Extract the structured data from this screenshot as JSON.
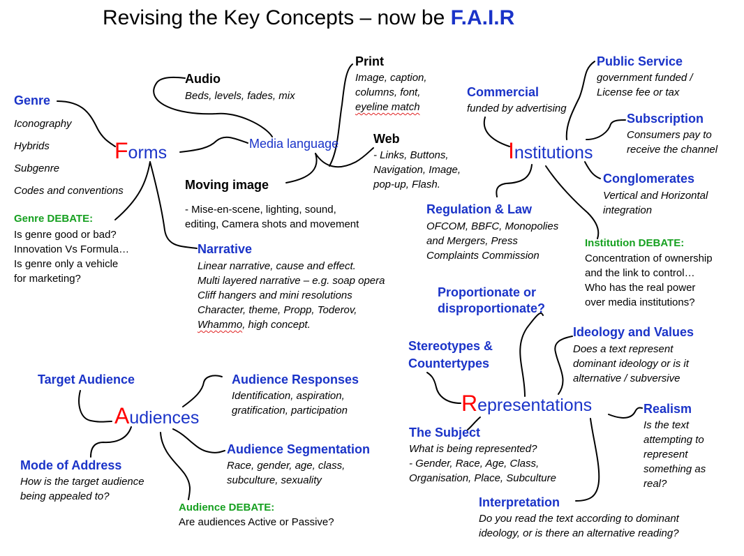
{
  "title": {
    "prefix": "Revising the Key Concepts – now be ",
    "accent": "F.A.I.R"
  },
  "forms": {
    "initial": "F",
    "rest": "orms",
    "genre": {
      "heading": "Genre",
      "items": [
        "Iconography",
        "Hybrids",
        "Subgenre",
        "Codes and conventions"
      ]
    },
    "genre_debate": {
      "heading": "Genre DEBATE:",
      "lines": [
        "Is genre good or bad?",
        "Innovation Vs Formula…",
        "Is genre only a vehicle",
        "for marketing?"
      ]
    },
    "audio": {
      "heading": "Audio",
      "text": "Beds, levels, fades, mix"
    },
    "print": {
      "heading": "Print",
      "lines": [
        "Image, caption,",
        "columns, font,",
        "eyeline match"
      ]
    },
    "media_language": "Media language",
    "web": {
      "heading": "Web",
      "lines": [
        "- Links, Buttons,",
        "Navigation, Image,",
        "pop-up, Flash."
      ]
    },
    "moving_image": {
      "heading": "Moving image",
      "lines": [
        "- Mise-en-scene, lighting, sound,",
        "editing, Camera shots and  movement"
      ]
    },
    "narrative": {
      "heading": "Narrative",
      "lines": [
        "Linear narrative, cause and effect.",
        "Multi layered narrative – e.g. soap opera",
        "Cliff hangers and mini resolutions",
        "Character, theme, Propp, Toderov,"
      ],
      "last_underlined": "Whammo",
      "last_rest": ", high concept."
    }
  },
  "institutions": {
    "initial": "I",
    "rest": "nstitutions",
    "public_service": {
      "heading": "Public Service",
      "lines": [
        "government funded /",
        "License fee or tax"
      ]
    },
    "commercial": {
      "heading": "Commercial",
      "text": "funded by advertising"
    },
    "subscription": {
      "heading": "Subscription",
      "lines": [
        "Consumers pay to",
        "receive the channel"
      ]
    },
    "conglomerates": {
      "heading": "Conglomerates",
      "lines": [
        "Vertical and Horizontal",
        "integration"
      ]
    },
    "regulation": {
      "heading": "Regulation & Law",
      "lines": [
        "OFCOM, BBFC, Monopolies",
        "and Mergers, Press",
        "Complaints Commission"
      ]
    },
    "debate": {
      "heading": "Institution DEBATE:",
      "lines": [
        "Concentration of ownership",
        "and the link to control…",
        "Who has the real power",
        "over media institutions?"
      ]
    }
  },
  "representations": {
    "initial": "R",
    "rest": "epresentations",
    "proportionate": [
      "Proportionate or",
      "disproportionate?"
    ],
    "ideology": {
      "heading": "Ideology and Values",
      "lines": [
        "Does a text represent",
        "dominant ideology or is it",
        "alternative / subversive"
      ]
    },
    "stereotypes": [
      "Stereotypes &",
      "Countertypes"
    ],
    "realism": {
      "heading": "Realism",
      "lines": [
        "Is the text",
        "attempting to",
        "represent",
        "something as",
        "real?"
      ]
    },
    "subject": {
      "heading": "The Subject",
      "lines": [
        "What is being represented?",
        "- Gender, Race, Age, Class,",
        "Organisation, Place, Subculture"
      ]
    },
    "interpretation": {
      "heading": "Interpretation",
      "lines": [
        "Do you read the text according to dominant",
        "ideology, or is there an alternative reading?"
      ]
    }
  },
  "audiences": {
    "initial": "A",
    "rest": "udiences",
    "target": "Target Audience",
    "responses": {
      "heading": "Audience Responses",
      "lines": [
        "Identification, aspiration,",
        "gratification, participation"
      ]
    },
    "mode": {
      "heading": "Mode of Address",
      "lines": [
        "How is the target audience",
        "being appealed to?"
      ]
    },
    "segmentation": {
      "heading": "Audience Segmentation",
      "lines": [
        "Race, gender, age, class,",
        "subculture, sexuality"
      ]
    },
    "debate": {
      "heading": "Audience DEBATE:",
      "text": "Are audiences Active or Passive?"
    }
  }
}
